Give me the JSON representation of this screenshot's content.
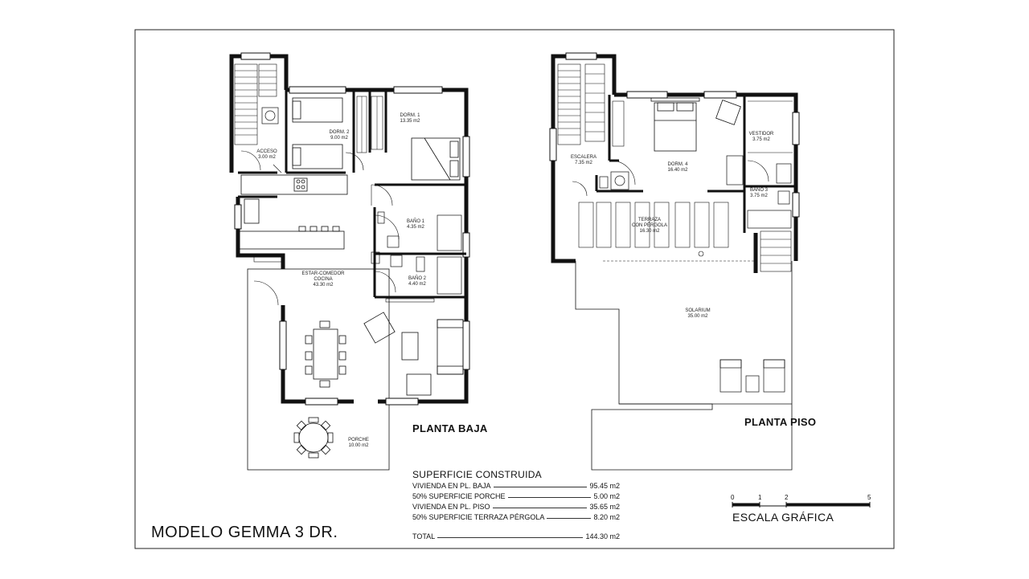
{
  "title": "MODELO GEMMA 3 DR.",
  "planta_baja": {
    "title": "PLANTA BAJA",
    "rooms": {
      "acceso": {
        "name": "ACCESO",
        "area": "3.00 m2"
      },
      "dorm2": {
        "name": "DORM. 2",
        "area": "9.00 m2"
      },
      "dorm1": {
        "name": "DORM. 1",
        "area": "13.35 m2"
      },
      "bano1": {
        "name": "BAÑO 1",
        "area": "4.35 m2"
      },
      "bano2": {
        "name": "BAÑO 2",
        "area": "4.40 m2"
      },
      "estar": {
        "name": "ESTAR-COMEDOR",
        "name2": "COCINA",
        "area": "43.30 m2"
      },
      "porche": {
        "name": "PORCHE",
        "area": "10.00 m2"
      }
    }
  },
  "planta_piso": {
    "title": "PLANTA PISO",
    "rooms": {
      "escalera": {
        "name": "ESCALERA",
        "area": "7.35 m2"
      },
      "dorm4": {
        "name": "DORM. 4",
        "area": "16.40 m2"
      },
      "vestidor": {
        "name": "VESTIDOR",
        "area": "3.75 m2"
      },
      "bano3": {
        "name": "BAÑO 3",
        "area": "3.75 m2"
      },
      "terraza": {
        "name": "TERRAZA",
        "name2": "CON PÉRGOLA",
        "area": "16.30 m2"
      },
      "solarium": {
        "name": "SOLARIUM",
        "area": "35.00 m2"
      }
    }
  },
  "superficie": {
    "title": "SUPERFICIE CONSTRUIDA",
    "rows": [
      {
        "label": "VIVIENDA EN PL. BAJA",
        "value": "95.45 m2"
      },
      {
        "label": "50% SUPERFICIE PORCHE",
        "value": "5.00 m2"
      },
      {
        "label": "VIVIENDA EN PL. PISO",
        "value": "35.65 m2"
      },
      {
        "label": "50% SUPERFICIE TERRAZA PÉRGOLA",
        "value": "8.20 m2"
      }
    ],
    "total": {
      "label": "TOTAL",
      "value": "144.30 m2"
    }
  },
  "escala": {
    "title": "ESCALA GRÁFICA",
    "ticks": [
      "0",
      "1",
      "2",
      "5"
    ]
  }
}
